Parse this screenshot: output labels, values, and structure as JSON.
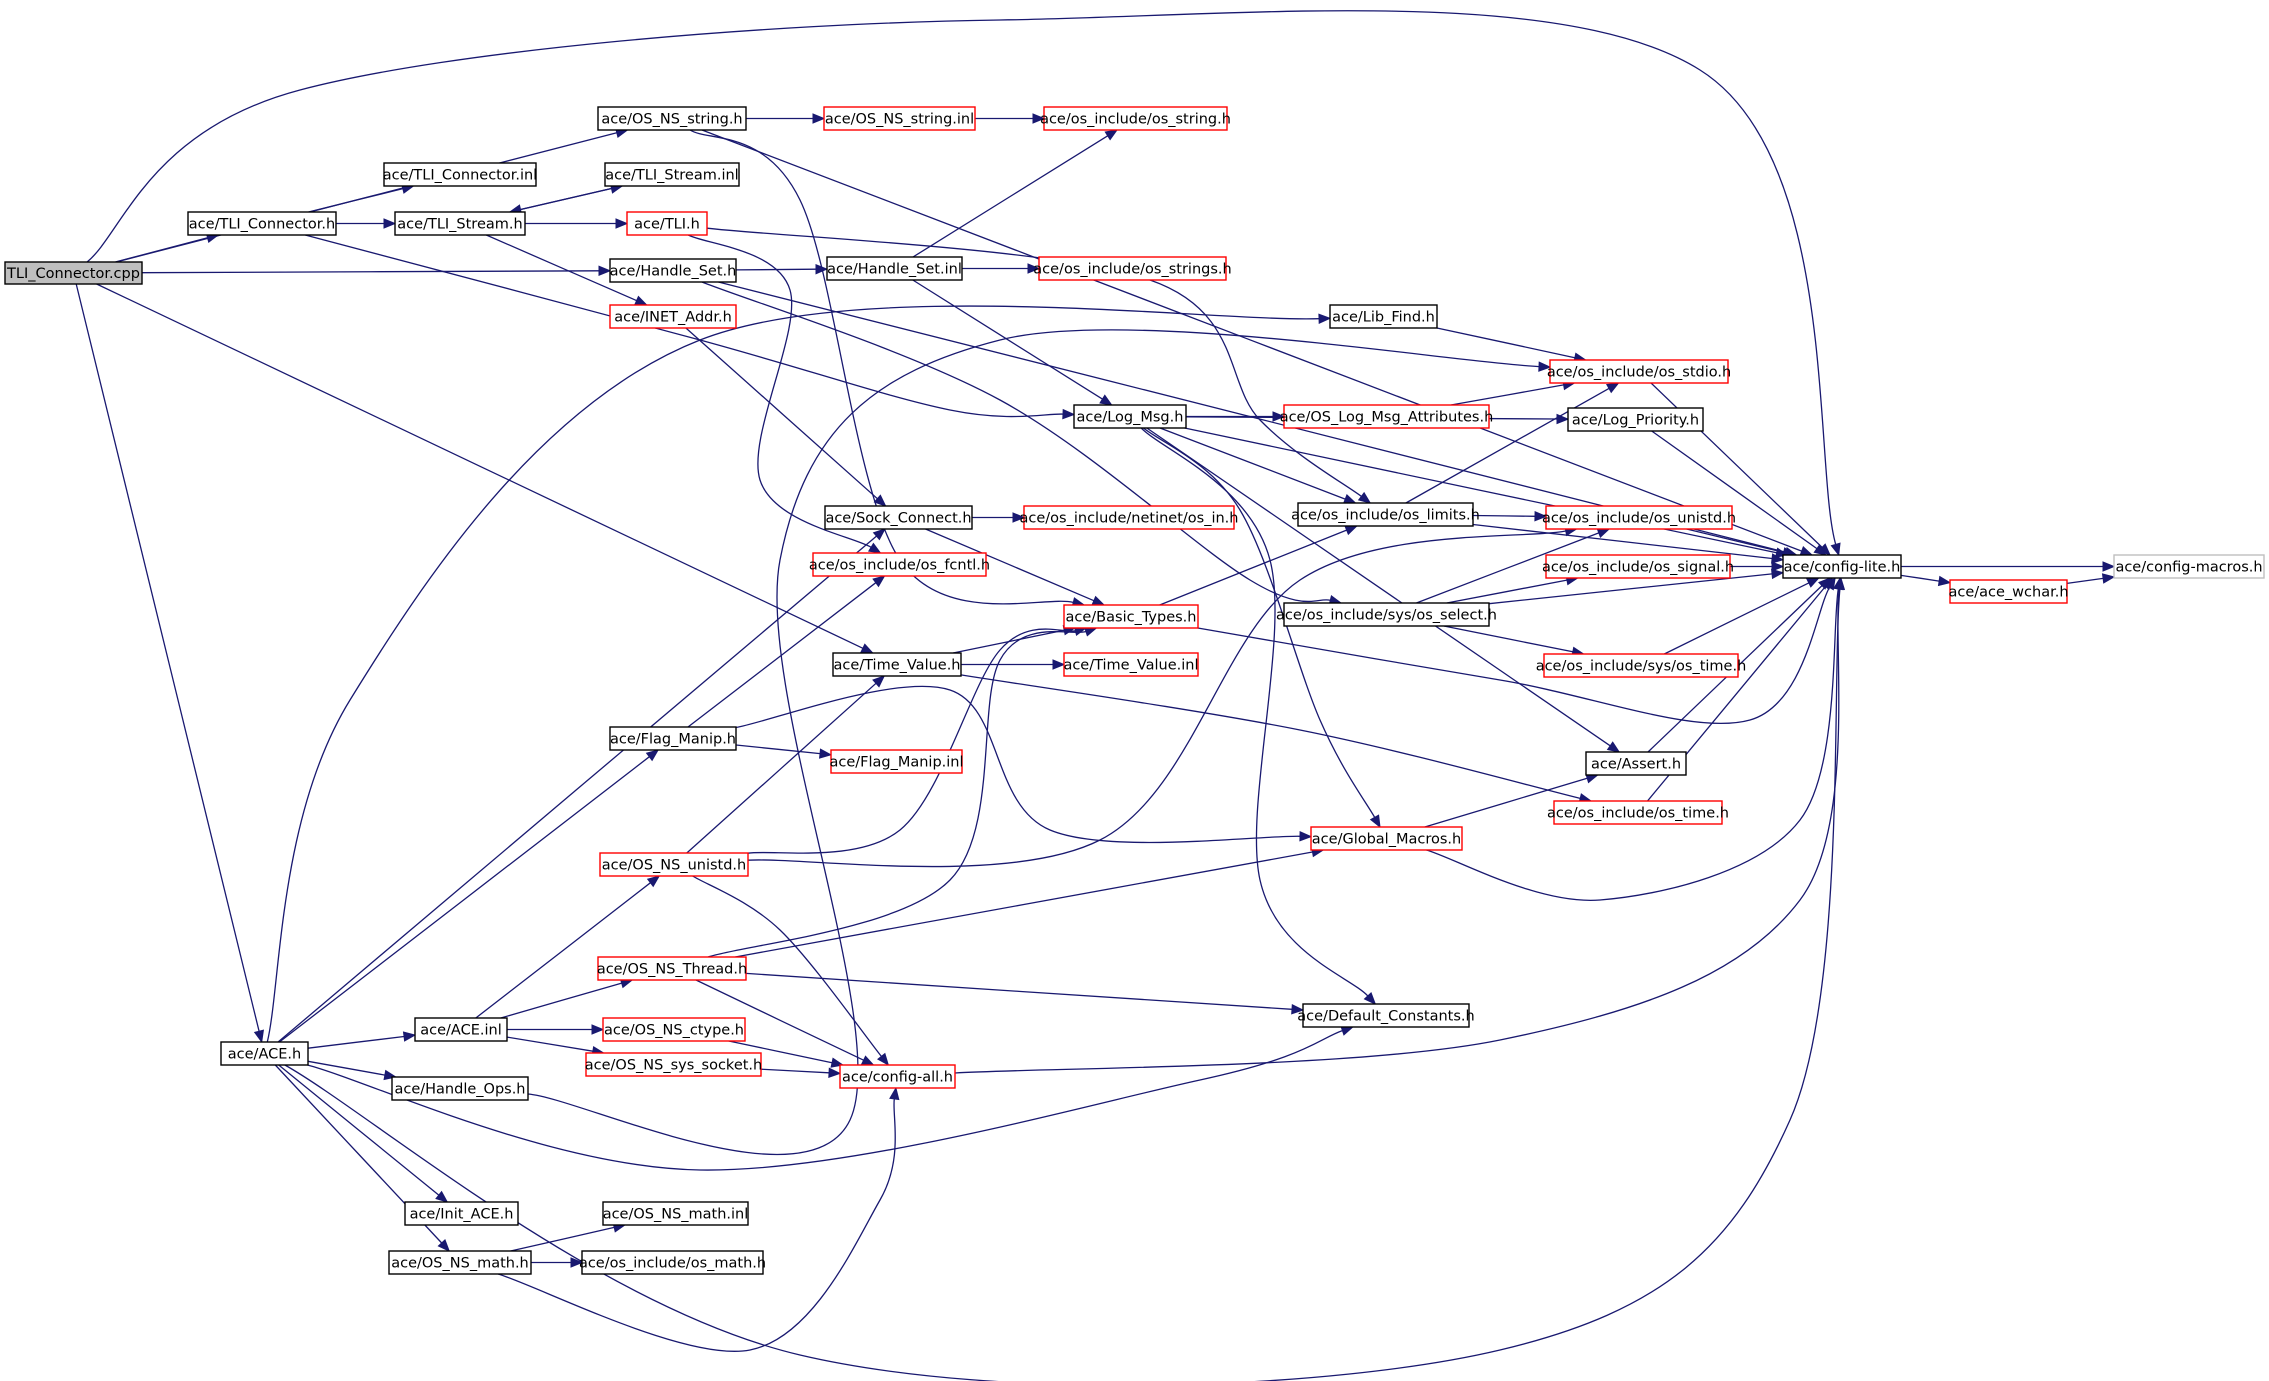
{
  "graph": {
    "nodes": {
      "tli_cpp": {
        "label": "TLI_Connector.cpp",
        "style": "root"
      },
      "tli_connector_h": {
        "label": "ace/TLI_Connector.h",
        "style": "normal"
      },
      "tli_connector_inl": {
        "label": "ace/TLI_Connector.inl",
        "style": "normal"
      },
      "tli_stream_h": {
        "label": "ace/TLI_Stream.h",
        "style": "normal"
      },
      "tli_stream_inl": {
        "label": "ace/TLI_Stream.inl",
        "style": "normal"
      },
      "tli_h": {
        "label": "ace/TLI.h",
        "style": "truncated"
      },
      "inet_addr_h": {
        "label": "ace/INET_Addr.h",
        "style": "truncated"
      },
      "os_ns_string_h": {
        "label": "ace/OS_NS_string.h",
        "style": "normal"
      },
      "os_ns_string_inl": {
        "label": "ace/OS_NS_string.inl",
        "style": "truncated"
      },
      "os_string_h": {
        "label": "ace/os_include/os_string.h",
        "style": "truncated"
      },
      "handle_set_h": {
        "label": "ace/Handle_Set.h",
        "style": "normal"
      },
      "handle_set_inl": {
        "label": "ace/Handle_Set.inl",
        "style": "normal"
      },
      "os_strings_h": {
        "label": "ace/os_include/os_strings.h",
        "style": "truncated"
      },
      "lib_find_h": {
        "label": "ace/Lib_Find.h",
        "style": "normal"
      },
      "os_stdio_h": {
        "label": "ace/os_include/os_stdio.h",
        "style": "truncated"
      },
      "log_msg_h": {
        "label": "ace/Log_Msg.h",
        "style": "normal"
      },
      "os_log_msg_attr_h": {
        "label": "ace/OS_Log_Msg_Attributes.h",
        "style": "truncated"
      },
      "log_priority_h": {
        "label": "ace/Log_Priority.h",
        "style": "normal"
      },
      "sock_connect_h": {
        "label": "ace/Sock_Connect.h",
        "style": "normal"
      },
      "netinet_os_in_h": {
        "label": "ace/os_include/netinet/os_in.h",
        "style": "truncated"
      },
      "os_limits_h": {
        "label": "ace/os_include/os_limits.h",
        "style": "normal"
      },
      "os_unistd_h": {
        "label": "ace/os_include/os_unistd.h",
        "style": "truncated"
      },
      "os_fcntl_h": {
        "label": "ace/os_include/os_fcntl.h",
        "style": "truncated"
      },
      "os_signal_h": {
        "label": "ace/os_include/os_signal.h",
        "style": "truncated"
      },
      "config_lite_h": {
        "label": "ace/config-lite.h",
        "style": "normal"
      },
      "config_macros_h": {
        "label": "ace/config-macros.h",
        "style": "external"
      },
      "ace_wchar_h": {
        "label": "ace/ace_wchar.h",
        "style": "truncated"
      },
      "basic_types_h": {
        "label": "ace/Basic_Types.h",
        "style": "truncated"
      },
      "sys_os_select_h": {
        "label": "ace/os_include/sys/os_select.h",
        "style": "normal"
      },
      "time_value_h": {
        "label": "ace/Time_Value.h",
        "style": "normal"
      },
      "time_value_inl": {
        "label": "ace/Time_Value.inl",
        "style": "truncated"
      },
      "sys_os_time_h": {
        "label": "ace/os_include/sys/os_time.h",
        "style": "truncated"
      },
      "flag_manip_h": {
        "label": "ace/Flag_Manip.h",
        "style": "normal"
      },
      "flag_manip_inl": {
        "label": "ace/Flag_Manip.inl",
        "style": "truncated"
      },
      "assert_h": {
        "label": "ace/Assert.h",
        "style": "normal"
      },
      "os_time_h": {
        "label": "ace/os_include/os_time.h",
        "style": "truncated"
      },
      "os_ns_unistd_h": {
        "label": "ace/OS_NS_unistd.h",
        "style": "truncated"
      },
      "global_macros_h": {
        "label": "ace/Global_Macros.h",
        "style": "truncated"
      },
      "os_ns_thread_h": {
        "label": "ace/OS_NS_Thread.h",
        "style": "truncated"
      },
      "default_constants_h": {
        "label": "ace/Default_Constants.h",
        "style": "normal"
      },
      "ace_h": {
        "label": "ace/ACE.h",
        "style": "normal"
      },
      "ace_inl": {
        "label": "ace/ACE.inl",
        "style": "normal"
      },
      "os_ns_ctype_h": {
        "label": "ace/OS_NS_ctype.h",
        "style": "truncated"
      },
      "os_ns_sys_socket_h": {
        "label": "ace/OS_NS_sys_socket.h",
        "style": "truncated"
      },
      "config_all_h": {
        "label": "ace/config-all.h",
        "style": "truncated"
      },
      "handle_ops_h": {
        "label": "ace/Handle_Ops.h",
        "style": "normal"
      },
      "init_ace_h": {
        "label": "ace/Init_ACE.h",
        "style": "normal"
      },
      "os_ns_math_inl": {
        "label": "ace/OS_NS_math.inl",
        "style": "normal"
      },
      "os_ns_math_h": {
        "label": "ace/OS_NS_math.h",
        "style": "normal"
      },
      "os_math_h": {
        "label": "ace/os_include/os_math.h",
        "style": "normal"
      }
    },
    "edges": [
      [
        "tli_cpp",
        "os_ns_string_h"
      ],
      [
        "tli_cpp",
        "config_lite_h"
      ],
      [
        "tli_cpp",
        "tli_connector_h"
      ],
      [
        "tli_cpp",
        "handle_set_h"
      ],
      [
        "tli_cpp",
        "time_value_h"
      ],
      [
        "tli_cpp",
        "ace_h"
      ],
      [
        "tli_connector_h",
        "tli_connector_inl"
      ],
      [
        "tli_connector_h",
        "tli_stream_h"
      ],
      [
        "tli_connector_h",
        "log_msg_h"
      ],
      [
        "tli_stream_h",
        "tli_stream_inl"
      ],
      [
        "tli_stream_h",
        "tli_h"
      ],
      [
        "tli_stream_h",
        "inet_addr_h"
      ],
      [
        "tli_stream_inl",
        "tli_stream_h"
      ],
      [
        "tli_h",
        "os_fcntl_h"
      ],
      [
        "tli_h",
        "os_limits_h"
      ],
      [
        "inet_addr_h",
        "sock_connect_h"
      ],
      [
        "os_ns_string_h",
        "os_ns_string_inl"
      ],
      [
        "os_ns_string_h",
        "config_lite_h"
      ],
      [
        "os_ns_string_h",
        "basic_types_h"
      ],
      [
        "os_ns_string_inl",
        "os_string_h"
      ],
      [
        "handle_set_h",
        "handle_set_inl"
      ],
      [
        "handle_set_h",
        "config_lite_h"
      ],
      [
        "handle_set_h",
        "sys_os_select_h"
      ],
      [
        "handle_set_inl",
        "os_strings_h"
      ],
      [
        "handle_set_inl",
        "os_string_h"
      ],
      [
        "handle_set_inl",
        "log_msg_h"
      ],
      [
        "lib_find_h",
        "os_stdio_h"
      ],
      [
        "os_stdio_h",
        "config_lite_h"
      ],
      [
        "log_msg_h",
        "os_log_msg_attr_h"
      ],
      [
        "log_msg_h",
        "log_priority_h"
      ],
      [
        "log_msg_h",
        "os_limits_h"
      ],
      [
        "log_msg_h",
        "default_constants_h"
      ],
      [
        "log_msg_h",
        "global_macros_h"
      ],
      [
        "log_msg_h",
        "assert_h"
      ],
      [
        "log_msg_h",
        "config_lite_h"
      ],
      [
        "os_log_msg_attr_h",
        "os_stdio_h"
      ],
      [
        "log_priority_h",
        "config_lite_h"
      ],
      [
        "sock_connect_h",
        "netinet_os_in_h"
      ],
      [
        "sock_connect_h",
        "basic_types_h"
      ],
      [
        "os_limits_h",
        "os_unistd_h"
      ],
      [
        "os_limits_h",
        "os_stdio_h"
      ],
      [
        "os_limits_h",
        "config_lite_h"
      ],
      [
        "os_unistd_h",
        "config_lite_h"
      ],
      [
        "os_signal_h",
        "config_lite_h"
      ],
      [
        "config_lite_h",
        "config_macros_h"
      ],
      [
        "config_lite_h",
        "ace_wchar_h"
      ],
      [
        "ace_wchar_h",
        "config_macros_h"
      ],
      [
        "basic_types_h",
        "os_limits_h"
      ],
      [
        "basic_types_h",
        "config_lite_h"
      ],
      [
        "sys_os_select_h",
        "os_signal_h"
      ],
      [
        "sys_os_select_h",
        "os_unistd_h"
      ],
      [
        "sys_os_select_h",
        "sys_os_time_h"
      ],
      [
        "sys_os_select_h",
        "config_lite_h"
      ],
      [
        "sys_os_time_h",
        "config_lite_h"
      ],
      [
        "time_value_h",
        "basic_types_h"
      ],
      [
        "time_value_h",
        "time_value_inl"
      ],
      [
        "time_value_h",
        "os_time_h"
      ],
      [
        "os_time_h",
        "config_lite_h"
      ],
      [
        "assert_h",
        "config_lite_h"
      ],
      [
        "flag_manip_h",
        "flag_manip_inl"
      ],
      [
        "flag_manip_h",
        "os_fcntl_h"
      ],
      [
        "flag_manip_h",
        "global_macros_h"
      ],
      [
        "os_ns_unistd_h",
        "basic_types_h"
      ],
      [
        "os_ns_unistd_h",
        "time_value_h"
      ],
      [
        "os_ns_unistd_h",
        "os_unistd_h"
      ],
      [
        "os_ns_unistd_h",
        "config_all_h"
      ],
      [
        "global_macros_h",
        "assert_h"
      ],
      [
        "global_macros_h",
        "config_lite_h"
      ],
      [
        "os_ns_thread_h",
        "global_macros_h"
      ],
      [
        "os_ns_thread_h",
        "basic_types_h"
      ],
      [
        "os_ns_thread_h",
        "default_constants_h"
      ],
      [
        "os_ns_thread_h",
        "config_all_h"
      ],
      [
        "ace_h",
        "ace_inl"
      ],
      [
        "ace_h",
        "handle_ops_h"
      ],
      [
        "ace_h",
        "init_ace_h"
      ],
      [
        "ace_h",
        "os_ns_math_h"
      ],
      [
        "ace_h",
        "flag_manip_h"
      ],
      [
        "ace_h",
        "sock_connect_h"
      ],
      [
        "ace_h",
        "lib_find_h"
      ],
      [
        "ace_h",
        "default_constants_h"
      ],
      [
        "ace_h",
        "config_lite_h"
      ],
      [
        "ace_inl",
        "os_ns_unistd_h"
      ],
      [
        "ace_inl",
        "os_ns_thread_h"
      ],
      [
        "ace_inl",
        "os_ns_ctype_h"
      ],
      [
        "ace_inl",
        "os_ns_sys_socket_h"
      ],
      [
        "os_ns_ctype_h",
        "config_all_h"
      ],
      [
        "os_ns_sys_socket_h",
        "config_all_h"
      ],
      [
        "config_all_h",
        "config_lite_h"
      ],
      [
        "handle_ops_h",
        "os_stdio_h"
      ],
      [
        "os_ns_math_h",
        "os_ns_math_inl"
      ],
      [
        "os_ns_math_h",
        "os_math_h"
      ],
      [
        "os_ns_math_h",
        "config_all_h"
      ]
    ]
  },
  "colors": {
    "edge": "#191970",
    "truncated_border": "#ff0000",
    "normal_border": "#000000",
    "external_border": "#bfbfbf",
    "root_fill": "#bfbfbf"
  }
}
